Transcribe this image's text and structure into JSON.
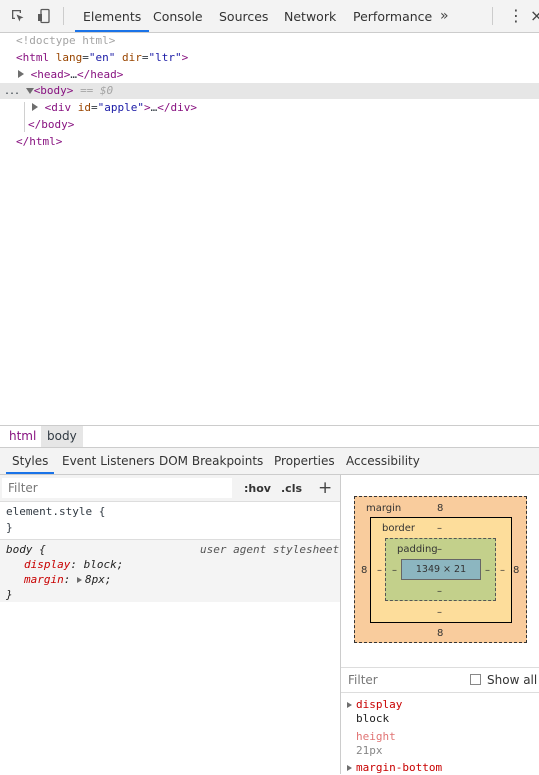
{
  "toolbar": {
    "tabs": [
      {
        "label": "Elements"
      },
      {
        "label": "Console"
      },
      {
        "label": "Sources"
      },
      {
        "label": "Network"
      },
      {
        "label": "Performance"
      }
    ],
    "more_label": "»",
    "menu_label": "⋮",
    "close_label": "×"
  },
  "tree": {
    "doctype": "<!doctype html>",
    "html_open": "<html",
    "lang_attr": "lang",
    "lang_val": "\"en\"",
    "dir_attr": "dir",
    "dir_val": "\"ltr\"",
    "html_close_bracket": ">",
    "head_open": "<head>",
    "ellipsis": "…",
    "head_close": "</head>",
    "body_dots": "...",
    "body_open": "<body>",
    "body_marker": "== $0",
    "div_open": "<div",
    "div_id_attr": "id",
    "div_id_val": "\"apple\"",
    "div_close_bracket": ">",
    "div_close": "</div>",
    "body_close": "</body>",
    "html_close": "</html>"
  },
  "breadcrumbs": [
    {
      "label": "html"
    },
    {
      "label": "body"
    }
  ],
  "panel_tabs": [
    {
      "label": "Styles"
    },
    {
      "label": "Event Listeners"
    },
    {
      "label": "DOM Breakpoints"
    },
    {
      "label": "Properties"
    },
    {
      "label": "Accessibility"
    }
  ],
  "styles": {
    "filter_placeholder": "Filter",
    "hov": ":hov",
    "cls": ".cls",
    "plus": "+",
    "element_style_selector": "element.style {",
    "close_brace": "}",
    "body_selector": "body {",
    "body_source": "user agent stylesheet",
    "props": [
      {
        "name": "display",
        "value": "block;"
      },
      {
        "name": "margin",
        "value": "8px;"
      }
    ]
  },
  "box_model": {
    "margin_label": "margin",
    "border_label": "border",
    "padding_label": "padding",
    "margin_top": "8",
    "margin_right": "8",
    "margin_bottom": "8",
    "margin_left": "8",
    "border_top": "–",
    "border_right": "–",
    "border_bottom": "–",
    "border_left": "–",
    "padding_top": "–",
    "padding_right": "–",
    "padding_bottom": "–",
    "padding_left": "–",
    "content": "1349 × 21",
    "colors": {
      "margin": "#f9cc9d",
      "border": "#fddd9b",
      "padding": "#c3d08b",
      "content": "#8cb6c0"
    }
  },
  "computed": {
    "filter_placeholder": "Filter",
    "show_all_label": "Show all",
    "props": [
      {
        "name": "display",
        "value": "block"
      },
      {
        "name": "height",
        "value": "21px"
      },
      {
        "name": "margin-bottom",
        "value": ""
      }
    ]
  }
}
